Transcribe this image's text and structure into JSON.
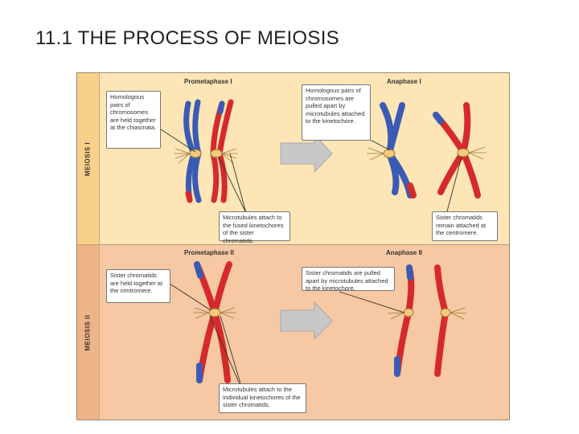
{
  "slide": {
    "title": "11.1 THE PROCESS OF MEIOSIS"
  },
  "figure": {
    "sections": [
      {
        "side_label": "MEIOSIS I",
        "stages": [
          {
            "title": "Prometaphase I",
            "callouts": [
              "Homologous pairs of chromosomes are held together at the chiasmata.",
              "Microtubules attach to the fused kinetochores of the sister chromatids."
            ]
          },
          {
            "title": "Anaphase I",
            "callouts": [
              "Homologous pairs of chromosomes are pulled apart by microtubules attached to the kinetochore.",
              "Sister chromatids remain attached at the centromere."
            ]
          }
        ]
      },
      {
        "side_label": "MEIOSIS II",
        "stages": [
          {
            "title": "Prometaphase II",
            "callouts": [
              "Sister chromatids are held together at the centromere.",
              "Microtubules attach to the individual kinetochores of the sister chromatids."
            ]
          },
          {
            "title": "Anaphase II",
            "callouts": [
              "Sister chromatids are pulled apart by microtubules attached to the kinetochore."
            ]
          }
        ]
      }
    ],
    "colors": {
      "maternal_chromosome": "#d62a2a",
      "paternal_chromosome": "#3a5bb5",
      "centromere": "#f4c97a",
      "arrow": "#c8c8c8",
      "panel_top": "#fde5b5",
      "panel_bottom": "#f6c8a3"
    }
  }
}
